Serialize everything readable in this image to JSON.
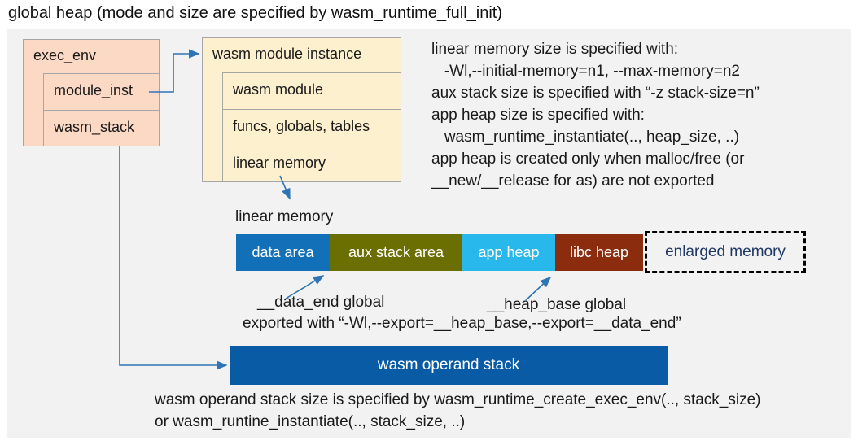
{
  "title": "global heap (mode and size are specified by wasm_runtime_full_init)",
  "exec_env_box": {
    "header": "exec_env",
    "rows": [
      "module_inst",
      "wasm_stack"
    ]
  },
  "module_instance_box": {
    "header": "wasm module instance",
    "rows": [
      "wasm module",
      "funcs, globals, tables",
      "linear memory"
    ]
  },
  "linear_memory_notes": {
    "lines": [
      "linear memory size is specified with:",
      "   -Wl,--initial-memory=n1, --max-memory=n2",
      "aux stack size is specified with “-z stack-size=n”",
      "app heap size is specified with:",
      "   wasm_runtime_instantiate(.., heap_size, ..)",
      "app heap is created only when malloc/free (or",
      "__new/__release for as) are not exported"
    ]
  },
  "linear_memory_label": "linear memory",
  "memory_bar": {
    "segments": [
      {
        "label": "data area",
        "color": "#1170b8"
      },
      {
        "label": "aux stack area",
        "color": "#6b6e00"
      },
      {
        "label": "app heap",
        "color": "#29b8ec"
      },
      {
        "label": "libc heap",
        "color": "#8b2c0e"
      }
    ],
    "enlarged": {
      "label": "enlarged memory",
      "text_color": "#1f3864"
    }
  },
  "globals_annotation": {
    "data_end": "__data_end global",
    "heap_base": "__heap_base global",
    "exported": "exported with “-Wl,--export=__heap_base,--export=__data_end”"
  },
  "operand_stack": {
    "label": "wasm operand stack",
    "color": "#0a5ba6"
  },
  "operand_stack_notes": {
    "lines": [
      "wasm operand stack size is specified by wasm_runtime_create_exec_env(.., stack_size)",
      "or wasm_runtine_instantiate(.., stack_size, ..)"
    ]
  },
  "colors": {
    "panel_background": "#f2f2f2",
    "exec_env_fill": "#fbd9c5",
    "module_instance_fill": "#fdf0ce",
    "box_border": "#a6a6a6",
    "connector_blue": "#2e75b6",
    "enlarged_memory_text": "#1f3864"
  }
}
